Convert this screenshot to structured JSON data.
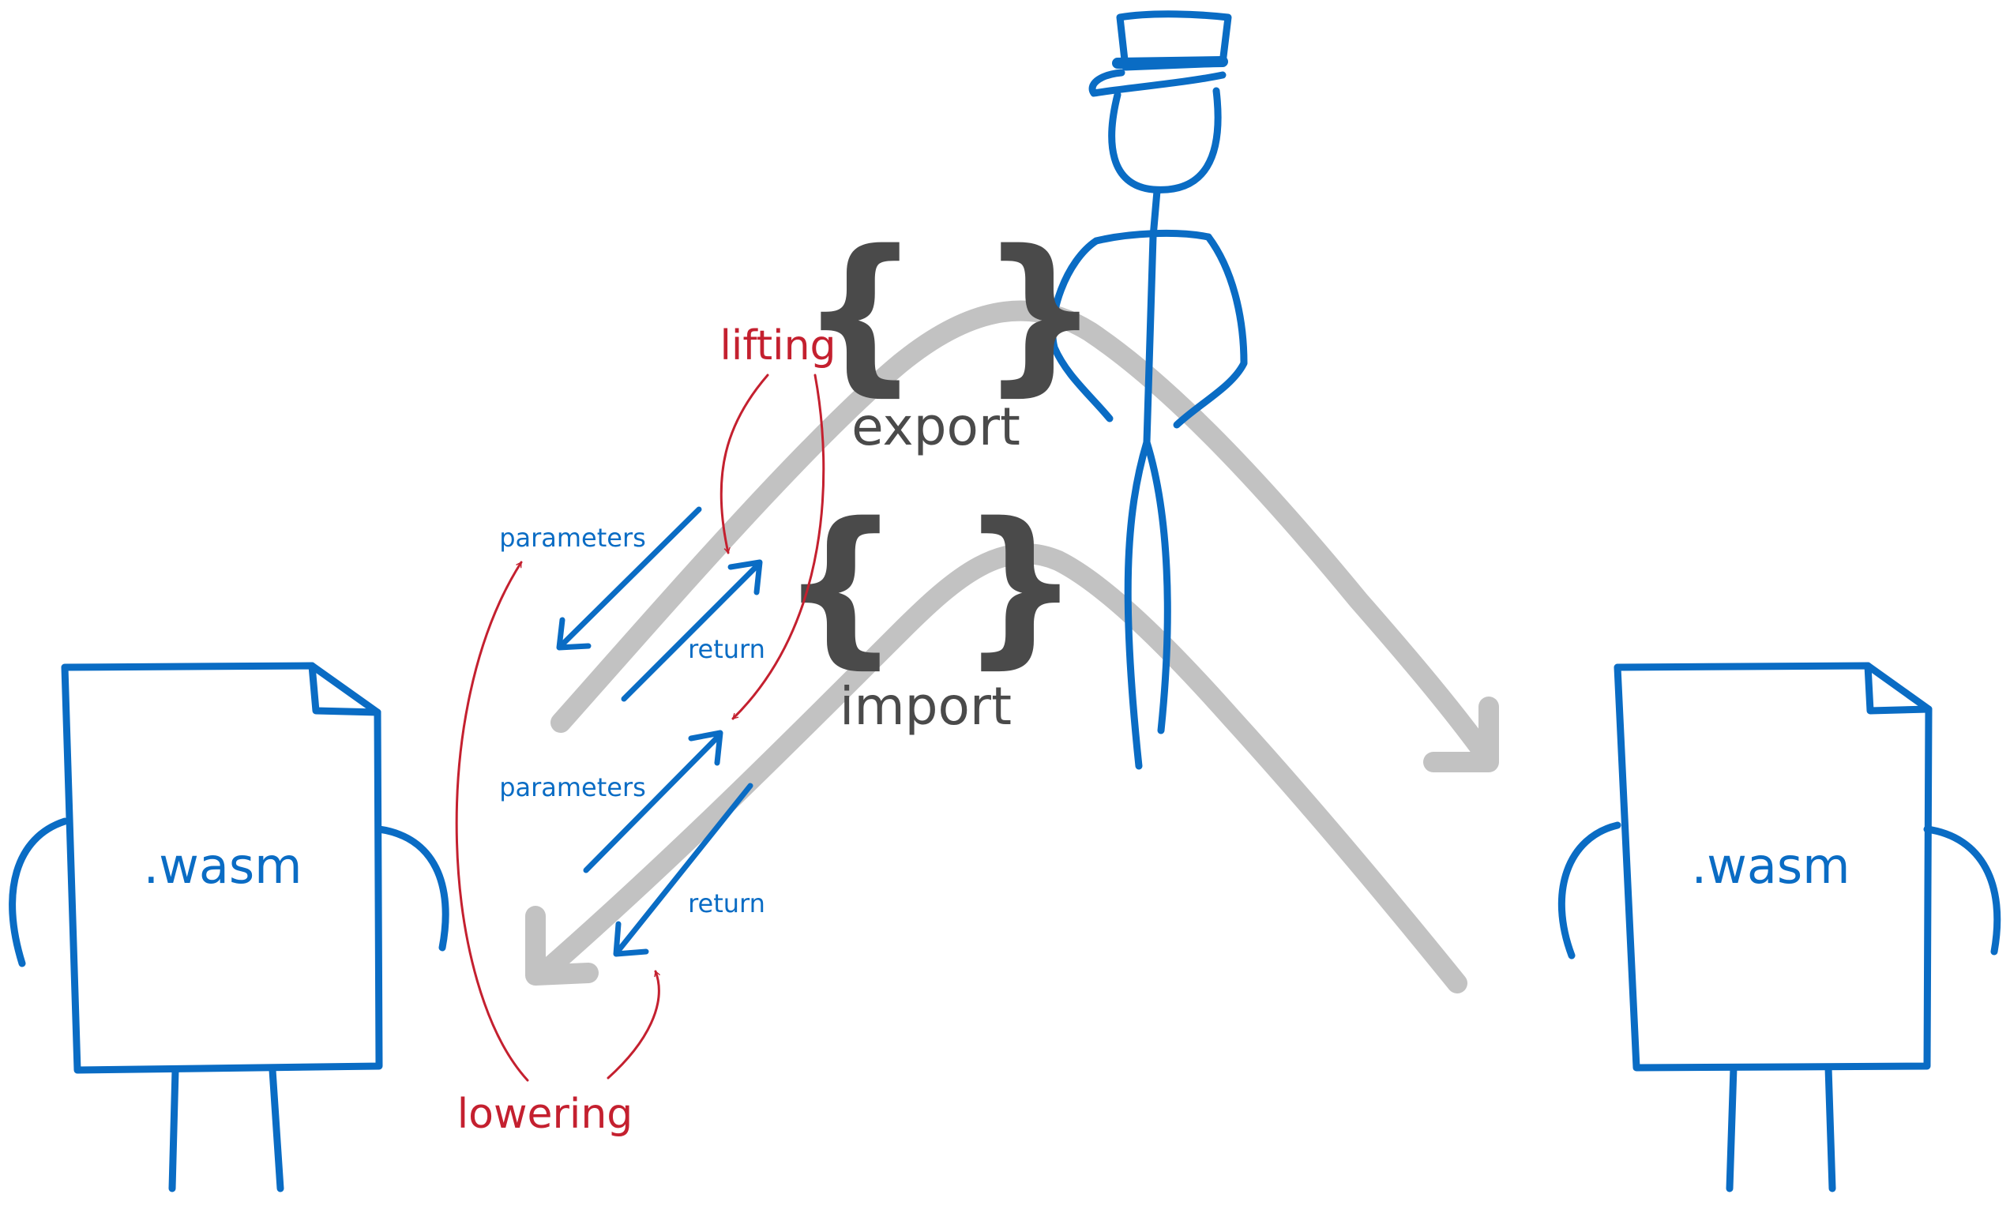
{
  "modules": {
    "left_label": ".wasm",
    "right_label": ".wasm"
  },
  "interface": {
    "export_label": "export",
    "import_label": "import"
  },
  "flows": {
    "top_parameters": "parameters",
    "top_return": "return",
    "bottom_parameters": "parameters",
    "bottom_return": "return"
  },
  "conversions": {
    "lifting": "lifting",
    "lowering": "lowering"
  },
  "colors": {
    "blue": "#0a6cc4",
    "red": "#c4202f",
    "gray": "#c2c2c2",
    "dark": "#4d4d4d"
  }
}
